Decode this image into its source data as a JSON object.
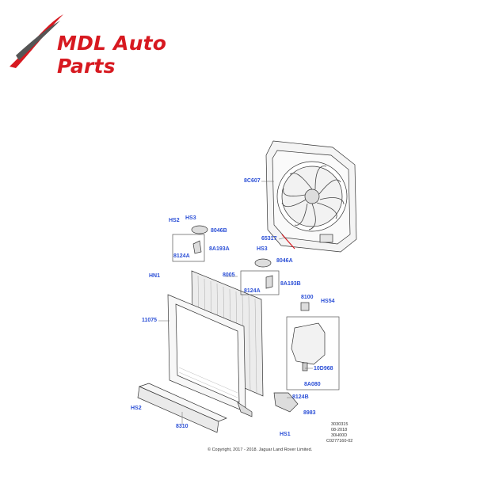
{
  "brand": {
    "text": "MDL Auto Parts",
    "color": "#d71920",
    "icon": "swoosh-logo-icon"
  },
  "diagram": {
    "labels": {
      "fan": "8C607",
      "hs2_top": "HS2",
      "hs3_top": "HS3",
      "b8046_top": "8046B",
      "a8193_top": "8A193A",
      "a8124_top": "8124A",
      "n65317": "65317",
      "hs3_mid": "HS3",
      "a8046": "8046A",
      "hn1": "HN1",
      "n8005": "8005",
      "b8a193": "8A193B",
      "b8124a": "8124A",
      "n8100": "8100",
      "hs54": "HS54",
      "n11075": "11075",
      "d10968": "10D968",
      "a8080": "8A080",
      "b8124b": "8124B",
      "n8983": "8983",
      "hs2_bottom": "HS2",
      "n8310": "8310",
      "hs1": "HS1"
    },
    "reference": [
      "3030315",
      "08-2018",
      "30H00D",
      "C0277160-02"
    ],
    "copyright": "© Copyright, 2017 - 2018. Jaguar Land Rover Limited."
  }
}
